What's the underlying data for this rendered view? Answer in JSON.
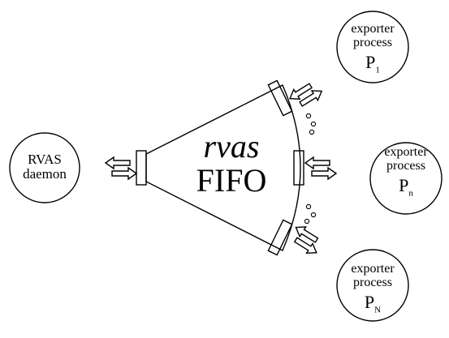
{
  "daemon": {
    "line1": "RVAS",
    "line2": "daemon"
  },
  "fifo": {
    "line1": "rvas",
    "line2": "FIFO"
  },
  "exporters": [
    {
      "line1": "exporter",
      "line2": "process",
      "pid": "P",
      "sub": "1"
    },
    {
      "line1": "exporter",
      "line2": "process",
      "pid": "P",
      "sub": "n"
    },
    {
      "line1": "exporter",
      "line2": "process",
      "pid": "P",
      "sub": "N"
    }
  ],
  "colors": {
    "stroke": "#000000",
    "background": "#ffffff"
  }
}
